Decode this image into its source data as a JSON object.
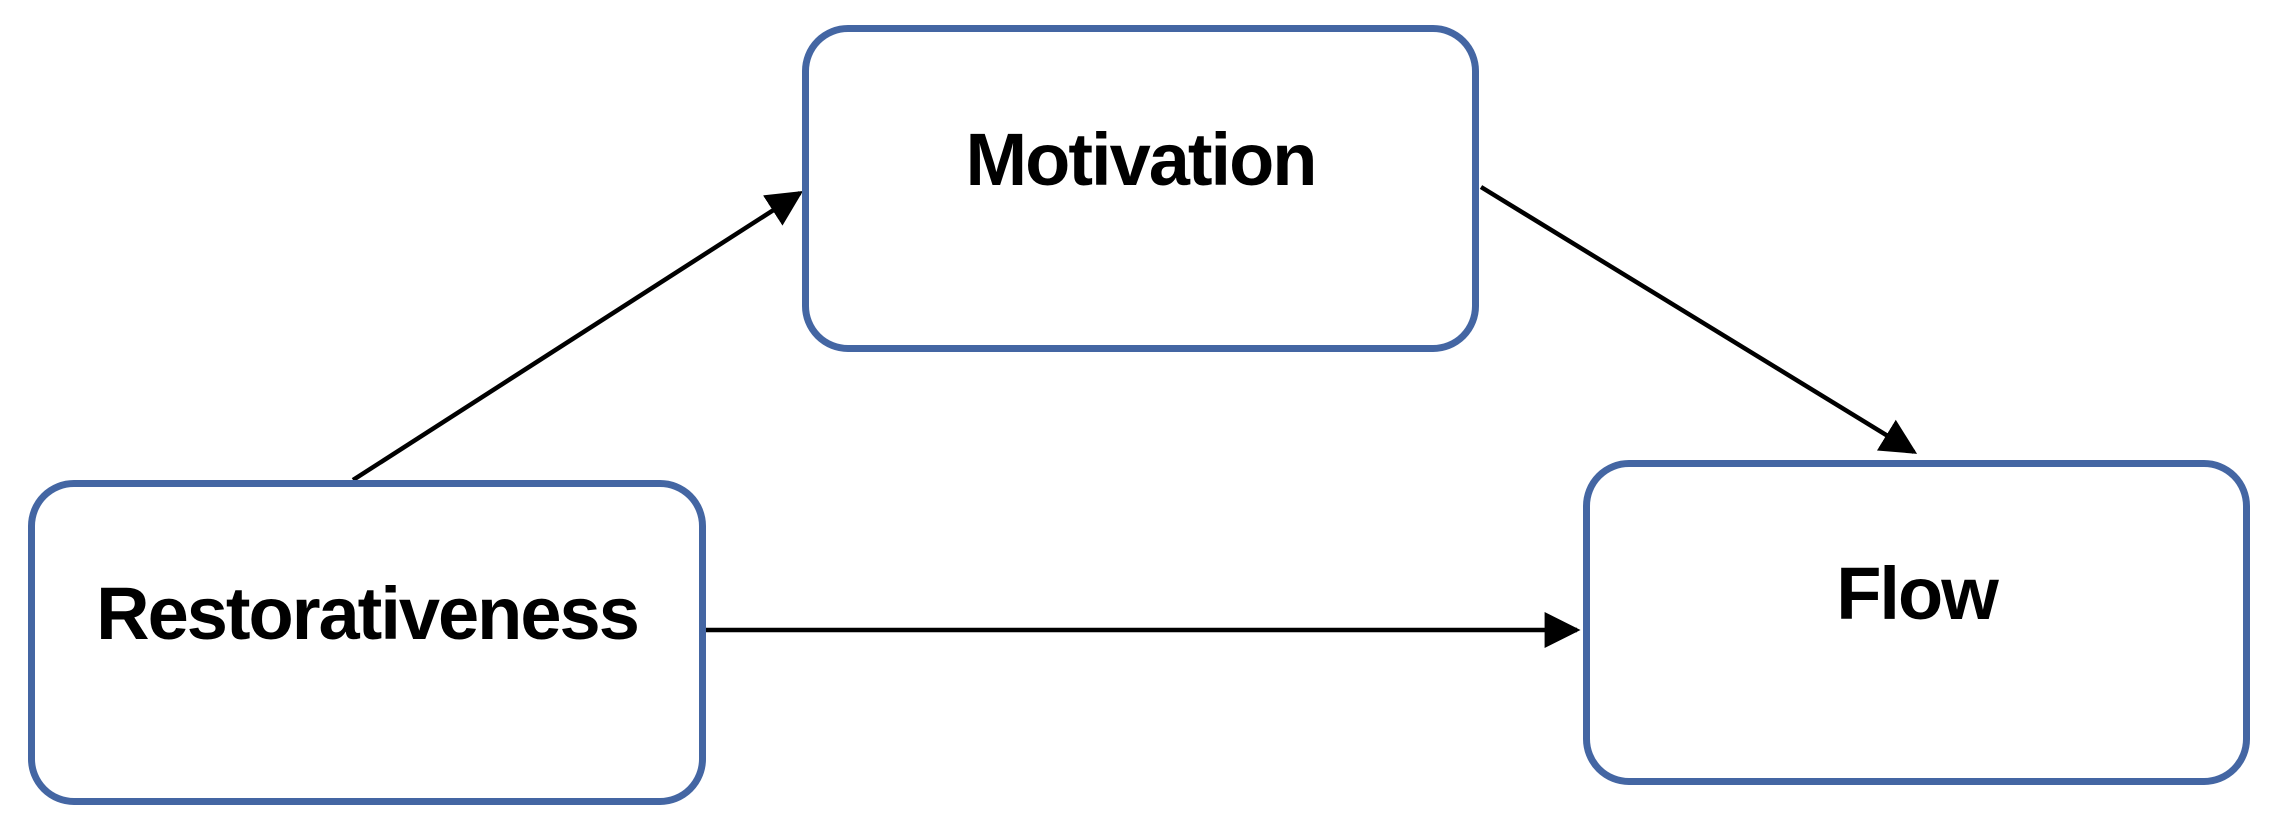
{
  "diagram": {
    "nodes": [
      {
        "id": "restorativeness",
        "label": "Restorativeness"
      },
      {
        "id": "motivation",
        "label": "Motivation"
      },
      {
        "id": "flow",
        "label": "Flow"
      }
    ],
    "edges": [
      {
        "from": "restorativeness",
        "to": "motivation",
        "arrowhead": "triangle"
      },
      {
        "from": "motivation",
        "to": "flow",
        "arrowhead": "triangle"
      },
      {
        "from": "restorativeness",
        "to": "flow",
        "arrowhead": "triangle"
      }
    ],
    "colors": {
      "node_border": "#4466A3",
      "node_fill": "#FFFFFF",
      "arrow": "#000000",
      "text": "#000000",
      "background": "#FFFFFF"
    }
  }
}
